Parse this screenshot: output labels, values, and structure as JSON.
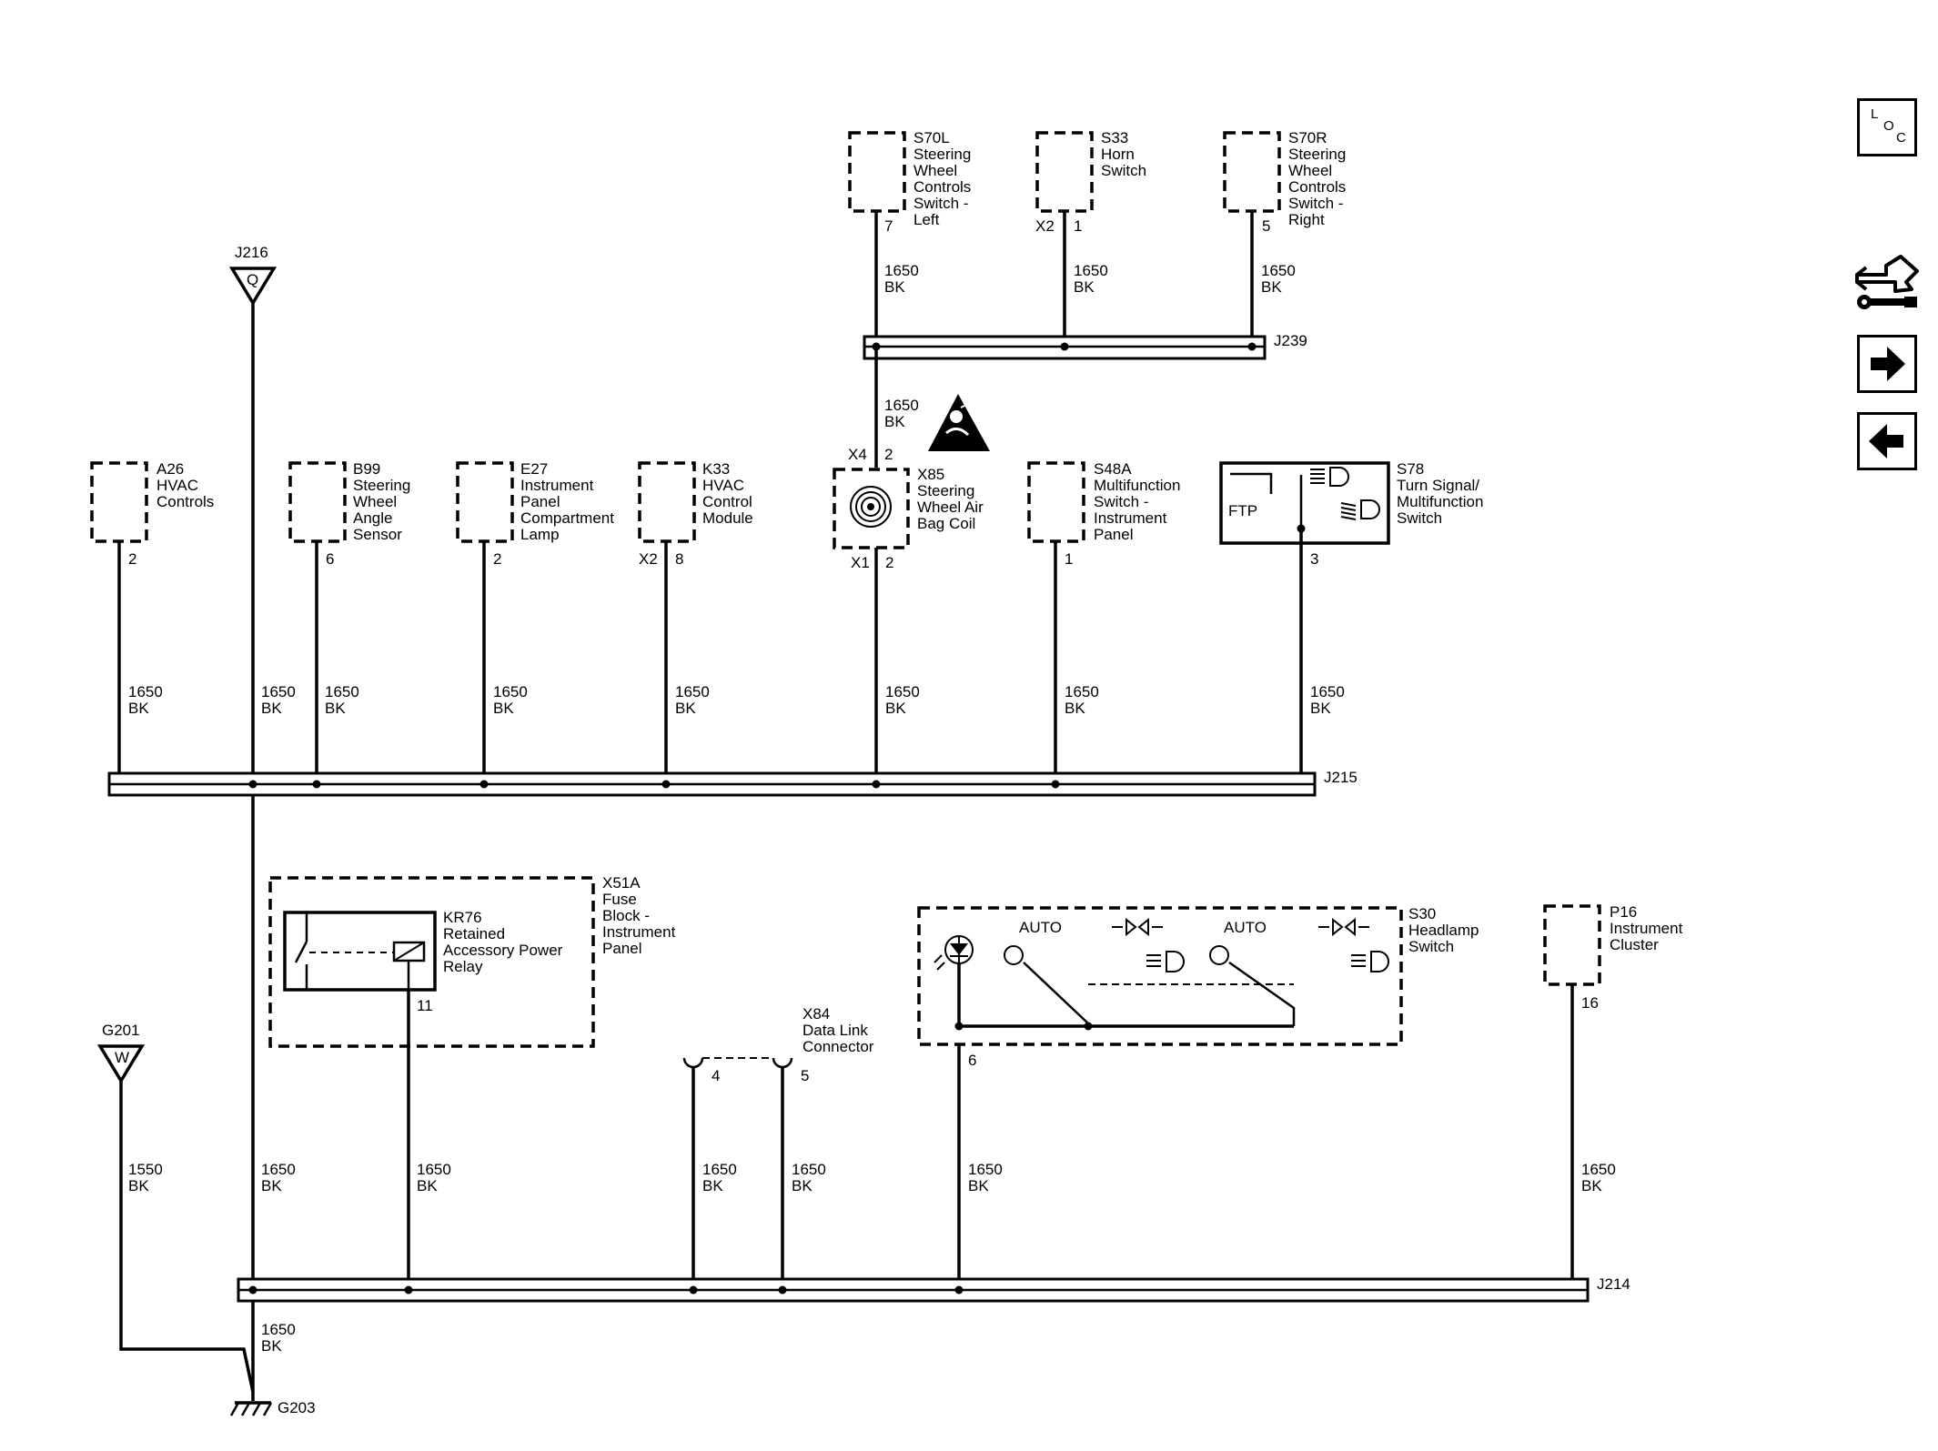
{
  "nav": {
    "loc_letters": [
      "L",
      "O",
      "C"
    ],
    "icons": [
      "loc-icon",
      "component-locator-icon",
      "next-page-icon",
      "previous-page-icon"
    ]
  },
  "wire": {
    "gauge_a": "1650",
    "gauge_b": "1550",
    "color": "BK"
  },
  "components": {
    "s70l": {
      "id": "S70L",
      "lines": [
        "Steering",
        "Wheel",
        "Controls",
        "Switch -",
        "Left"
      ],
      "pin": "7"
    },
    "s33": {
      "id": "S33",
      "lines": [
        "Horn",
        "Switch"
      ],
      "conn": "X2",
      "pin": "1"
    },
    "s70r": {
      "id": "S70R",
      "lines": [
        "Steering",
        "Wheel",
        "Controls",
        "Switch -",
        "Right"
      ],
      "pin": "5"
    },
    "a26": {
      "id": "A26",
      "lines": [
        "HVAC",
        "Controls"
      ],
      "pin": "2"
    },
    "b99": {
      "id": "B99",
      "lines": [
        "Steering",
        "Wheel",
        "Angle",
        "Sensor"
      ],
      "pin": "6"
    },
    "e27": {
      "id": "E27",
      "lines": [
        "Instrument",
        "Panel",
        "Compartment",
        "Lamp"
      ],
      "pin": "2"
    },
    "k33": {
      "id": "K33",
      "lines": [
        "HVAC",
        "Control",
        "Module"
      ],
      "conn": "X2",
      "pin": "8"
    },
    "x85": {
      "id": "X85",
      "lines": [
        "Steering",
        "Wheel Air",
        "Bag Coil"
      ],
      "conn_top": "X4",
      "pin_top": "2",
      "conn_bottom": "X1",
      "pin_bottom": "2"
    },
    "s48a": {
      "id": "S48A",
      "lines": [
        "Multifunction",
        "Switch -",
        "Instrument",
        "Panel"
      ],
      "pin": "1"
    },
    "s78": {
      "id": "S78",
      "lines": [
        "Turn Signal/",
        "Multifunction",
        "Switch"
      ],
      "pin": "3",
      "ftp": "FTP"
    },
    "x51a": {
      "id": "X51A",
      "lines": [
        "Fuse",
        "Block -",
        "Instrument",
        "Panel"
      ]
    },
    "kr76": {
      "id": "KR76",
      "lines": [
        "Retained",
        "Accessory Power",
        "Relay"
      ],
      "pin": "11"
    },
    "x84": {
      "id": "X84",
      "lines": [
        "Data Link",
        "Connector"
      ],
      "pin_a": "4",
      "pin_b": "5"
    },
    "s30": {
      "id": "S30",
      "lines": [
        "Headlamp",
        "Switch"
      ],
      "pin": "6",
      "auto": "AUTO"
    },
    "p16": {
      "id": "P16",
      "lines": [
        "Instrument",
        "Cluster"
      ],
      "pin": "16"
    }
  },
  "splices": {
    "j239": "J239",
    "j215": "J215",
    "j214": "J214",
    "j216": "J216"
  },
  "grounds": {
    "g201": "G201",
    "g201_letter": "W",
    "j216_letter": "Q",
    "g203": "G203"
  }
}
